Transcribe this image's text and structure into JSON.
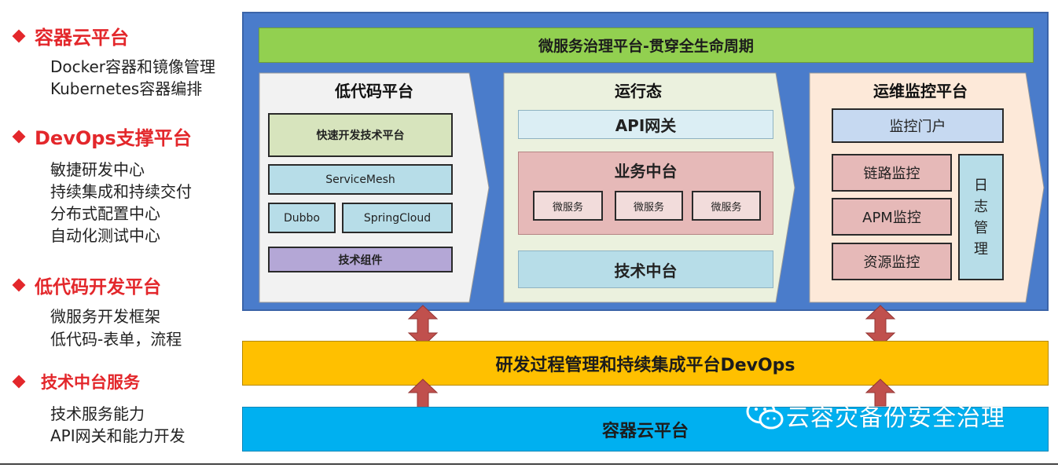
{
  "left_list": {
    "sections": [
      {
        "title": "容器云平台",
        "items": [
          "Docker容器和镜像管理",
          "Kubernetes容器编排"
        ]
      },
      {
        "title": "DevOps支撑平台",
        "items": [
          "敏捷研发中心",
          "持续集成和持续交付",
          "分布式配置中心",
          "自动化测试中心"
        ]
      },
      {
        "title": "低代码开发平台",
        "items": [
          "微服务开发框架",
          "低代码-表单，流程"
        ]
      },
      {
        "title": "技术中台服务",
        "items": [
          "技术服务能力",
          "API网关和能力开发"
        ]
      }
    ]
  },
  "diagram": {
    "top_bar": "微服务治理平台-贯穿全生命周期",
    "lowcode": {
      "title": "低代码平台",
      "fast_dev": "快速开发技术平台",
      "service_mesh": "ServiceMesh",
      "dubbo": "Dubbo",
      "spring_cloud": "SpringCloud",
      "tech_components": "技术组件"
    },
    "runtime": {
      "title": "运行态",
      "api_gateway": "API网关",
      "business_center": "业务中台",
      "microservices": [
        "微服务",
        "微服务",
        "微服务"
      ],
      "tech_center": "技术中台"
    },
    "ops": {
      "title": "运维监控平台",
      "portal": "监控门户",
      "link_monitor": "链路监控",
      "apm_monitor": "APM监控",
      "resource_monitor": "资源监控",
      "log_chars": [
        "日",
        "志",
        "管",
        "理"
      ]
    },
    "devops_bar": "研发过程管理和持续集成平台DevOps",
    "container_bar": "容器云平台"
  },
  "watermark": {
    "text": "云容灾备份安全治理",
    "icon": "wechat-icon"
  },
  "colors": {
    "accent_red": "#e3272b",
    "frame_blue": "#4a7ccb",
    "top_green": "#92d050",
    "devops_orange": "#ffc000",
    "container_cyan": "#00b0f0",
    "arrow_red": "#c0504d"
  }
}
